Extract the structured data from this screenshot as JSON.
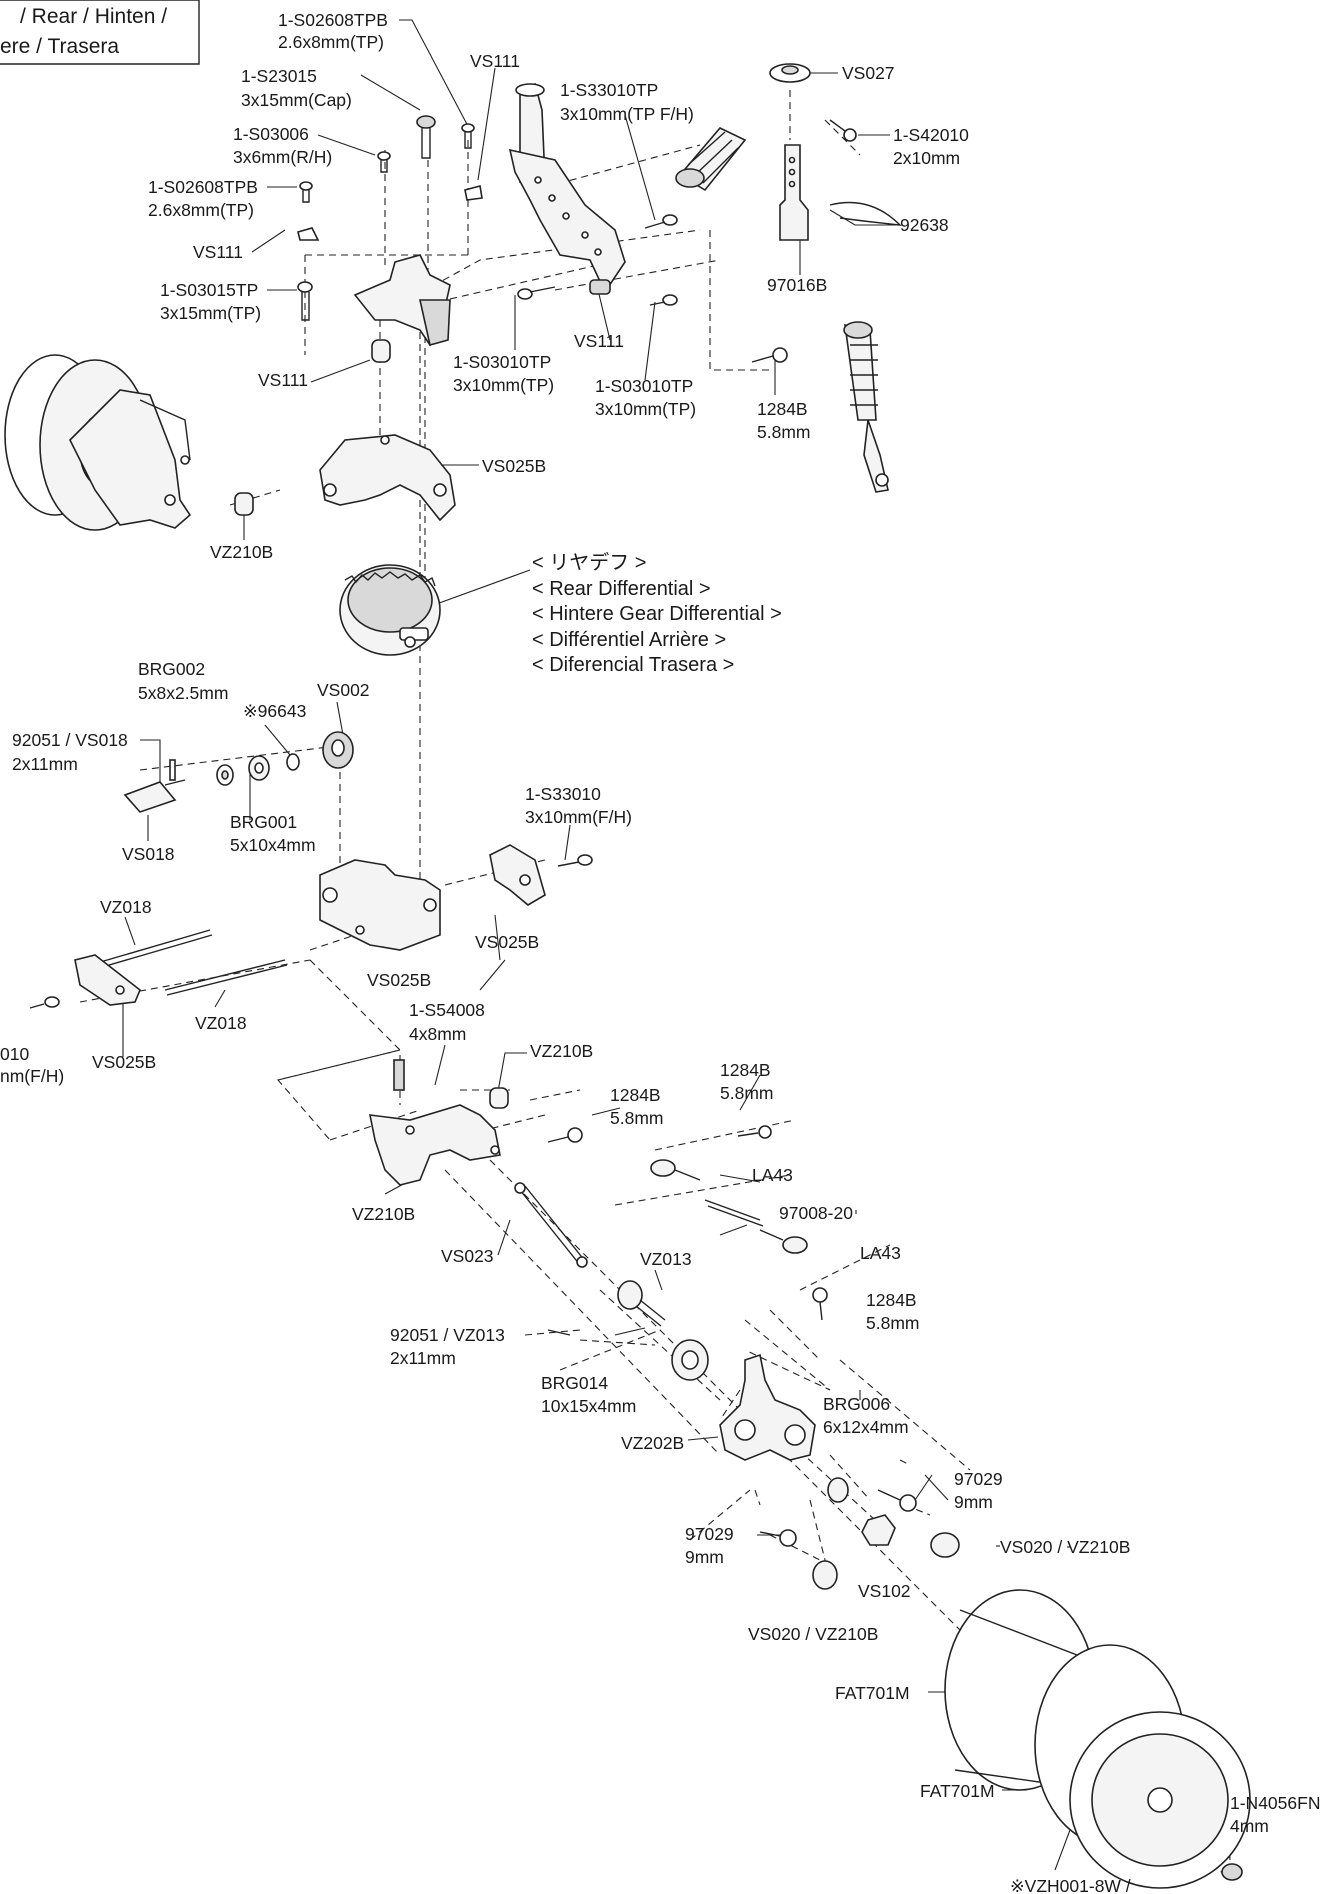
{
  "header": {
    "line1": "/  Rear / Hinten /",
    "line2": "ere / Trasera"
  },
  "group_label": {
    "line1": "< リヤデフ >",
    "line2": "< Rear Differential >",
    "line3": "< Hintere Gear Differential >",
    "line4": "< Différentiel Arrière >",
    "line5": "< Diferencial Trasera >"
  },
  "parts": [
    {
      "code": "1-S02608TPB",
      "spec": "2.6x8mm(TP)"
    },
    {
      "code": "VS111",
      "spec": ""
    },
    {
      "code": "1-S23015",
      "spec": "3x15mm(Cap)"
    },
    {
      "code": "1-S33010TP",
      "spec": "3x10mm(TP F/H)"
    },
    {
      "code": "VS027",
      "spec": ""
    },
    {
      "code": "1-S03006",
      "spec": "3x6mm(R/H)"
    },
    {
      "code": "1-S42010",
      "spec": "2x10mm"
    },
    {
      "code": "1-S02608TPB",
      "spec": "2.6x8mm(TP)"
    },
    {
      "code": "92638",
      "spec": ""
    },
    {
      "code": "VS111",
      "spec": ""
    },
    {
      "code": "97016B",
      "spec": ""
    },
    {
      "code": "1-S03015TP",
      "spec": "3x15mm(TP)"
    },
    {
      "code": "VS111",
      "spec": ""
    },
    {
      "code": "VS111",
      "spec": ""
    },
    {
      "code": "1-S03010TP",
      "spec": "3x10mm(TP)"
    },
    {
      "code": "1-S03010TP",
      "spec": "3x10mm(TP)"
    },
    {
      "code": "1284B",
      "spec": "5.8mm"
    },
    {
      "code": "VS025B",
      "spec": ""
    },
    {
      "code": "VZ210B",
      "spec": ""
    },
    {
      "code": "BRG002",
      "spec": "5x8x2.5mm"
    },
    {
      "code": "VS002",
      "spec": ""
    },
    {
      "code": "※96643",
      "spec": ""
    },
    {
      "code": "92051 / VS018",
      "spec": "2x11mm"
    },
    {
      "code": "VS018",
      "spec": ""
    },
    {
      "code": "BRG001",
      "spec": "5x10x4mm"
    },
    {
      "code": "1-S33010",
      "spec": "3x10mm(F/H)"
    },
    {
      "code": "VZ018",
      "spec": ""
    },
    {
      "code": "VS025B",
      "spec": ""
    },
    {
      "code": "VS025B",
      "spec": ""
    },
    {
      "code": "VZ018",
      "spec": ""
    },
    {
      "code": "010",
      "spec": "nm(F/H)"
    },
    {
      "code": "VS025B",
      "spec": ""
    },
    {
      "code": "1-S54008",
      "spec": "4x8mm"
    },
    {
      "code": "VZ210B",
      "spec": ""
    },
    {
      "code": "1284B",
      "spec": "5.8mm"
    },
    {
      "code": "1284B",
      "spec": "5.8mm"
    },
    {
      "code": "LA43",
      "spec": ""
    },
    {
      "code": "97008-20",
      "spec": ""
    },
    {
      "code": "VZ210B",
      "spec": ""
    },
    {
      "code": "LA43",
      "spec": ""
    },
    {
      "code": "VS023",
      "spec": ""
    },
    {
      "code": "VZ013",
      "spec": ""
    },
    {
      "code": "1284B",
      "spec": "5.8mm"
    },
    {
      "code": "92051 / VZ013",
      "spec": "2x11mm"
    },
    {
      "code": "BRG014",
      "spec": "10x15x4mm"
    },
    {
      "code": "BRG006",
      "spec": "6x12x4mm"
    },
    {
      "code": "VZ202B",
      "spec": ""
    },
    {
      "code": "97029",
      "spec": "9mm"
    },
    {
      "code": "97029",
      "spec": "9mm"
    },
    {
      "code": "VS020 / VZ210B",
      "spec": ""
    },
    {
      "code": "VS102",
      "spec": ""
    },
    {
      "code": "VS020 / VZ210B",
      "spec": ""
    },
    {
      "code": "FAT701M",
      "spec": ""
    },
    {
      "code": "FAT701M",
      "spec": ""
    },
    {
      "code": "1-N4056FN",
      "spec": "4mm"
    },
    {
      "code": "※VZH001-8W /",
      "spec": ""
    }
  ]
}
